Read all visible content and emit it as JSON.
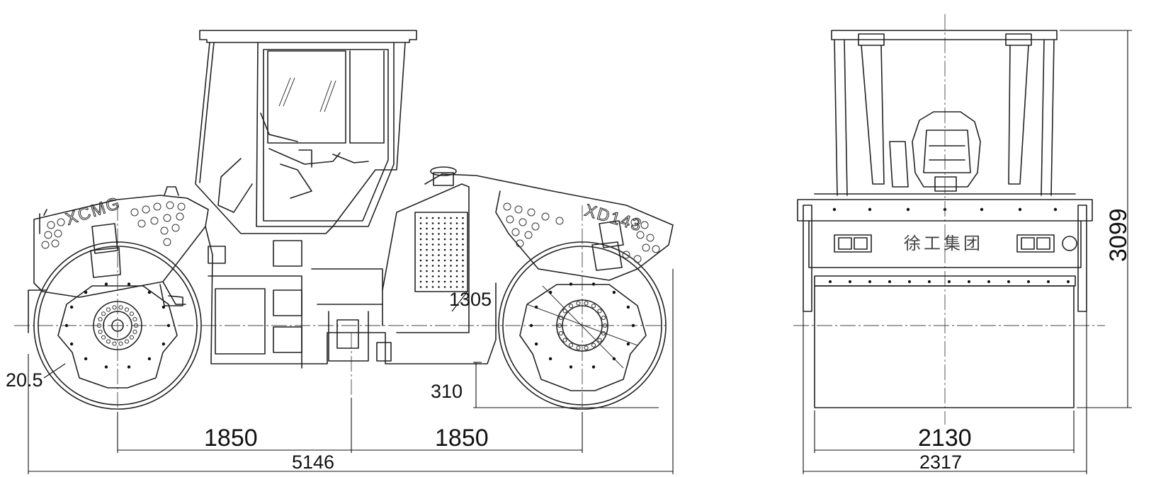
{
  "side_view": {
    "brand_mark": "XCMG",
    "model_mark": "XD143",
    "dimensions": {
      "drum_clearance_angle": "20.5",
      "rear_axle_to_center": "1850",
      "center_to_front_axle": "1850",
      "overall_length": "5146",
      "ground_clearance": "310",
      "drum_diameter": "1305"
    }
  },
  "rear_view": {
    "company_label": "徐工集团",
    "dimensions": {
      "drum_width": "2130",
      "overall_width": "2317",
      "overall_height": "3099"
    }
  }
}
